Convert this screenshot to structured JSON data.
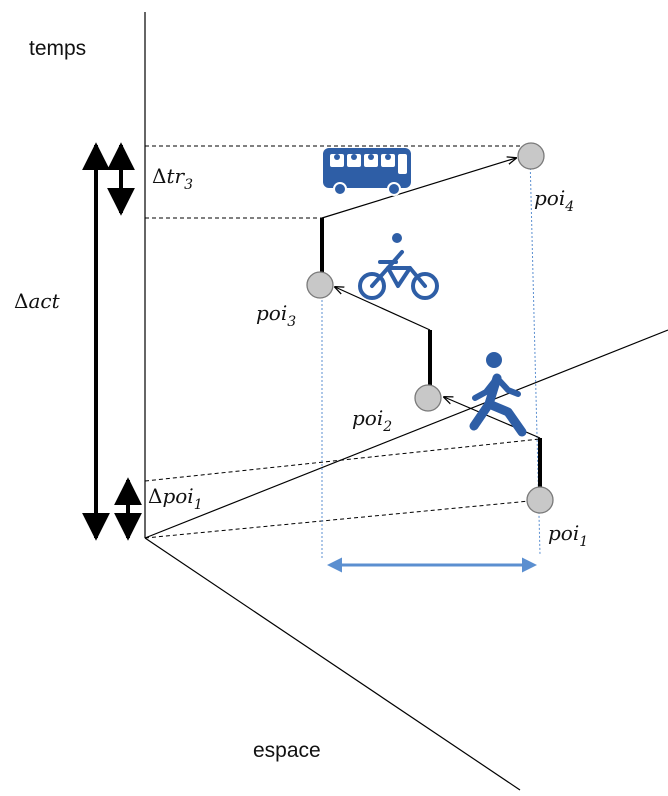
{
  "axes": {
    "time_label": "temps",
    "space_label": "espace"
  },
  "points": [
    {
      "name": "poi",
      "index": "1"
    },
    {
      "name": "poi",
      "index": "2"
    },
    {
      "name": "poi",
      "index": "3"
    },
    {
      "name": "poi",
      "index": "4"
    }
  ],
  "durations": {
    "act": {
      "delta": "Δ",
      "name": "act"
    },
    "tr3": {
      "delta": "Δ",
      "name": "tr",
      "index": "3"
    },
    "poi1": {
      "delta": "Δ",
      "name": "poi",
      "index": "1"
    }
  },
  "icons": [
    "bus-icon",
    "bicycle-icon",
    "pedestrian-icon"
  ],
  "colors": {
    "icon_blue": "#2e5ea6",
    "span_arrow": "#5b8fd0",
    "point_fill": "#c8c8c8"
  }
}
